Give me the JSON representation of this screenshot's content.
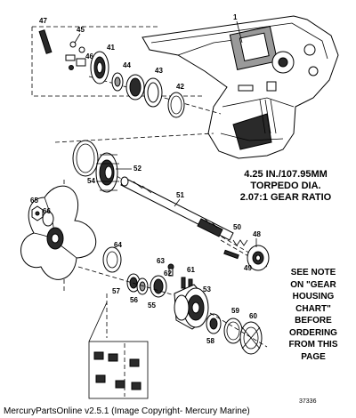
{
  "callouts": {
    "c1": "1",
    "c41": "41",
    "c42": "42",
    "c43": "43",
    "c44": "44",
    "c45": "45",
    "c46": "46",
    "c47": "47",
    "c48": "48",
    "c49": "49",
    "c50": "50",
    "c51": "51",
    "c52": "52",
    "c53": "53",
    "c54": "54",
    "c55": "55",
    "c56": "56",
    "c57": "57",
    "c58": "58",
    "c59": "59",
    "c60": "60",
    "c61": "61",
    "c62": "62",
    "c63": "63",
    "c64": "64",
    "c65": "65",
    "c66": "66"
  },
  "spec": {
    "line1": "4.25 IN./107.95MM",
    "line2": "TORPEDO DIA.",
    "line3": "2.07:1 GEAR RATIO"
  },
  "note": {
    "line1": "SEE NOTE",
    "line2": "ON \"GEAR",
    "line3": "HOUSING",
    "line4": "CHART\"",
    "line5": "BEFORE",
    "line6": "ORDERING",
    "line7": "FROM THIS",
    "line8": "PAGE"
  },
  "figure_number": "37336",
  "footer": "MercuryPartsOnline v2.5.1 (Image Copyright- Mercury Marine)"
}
